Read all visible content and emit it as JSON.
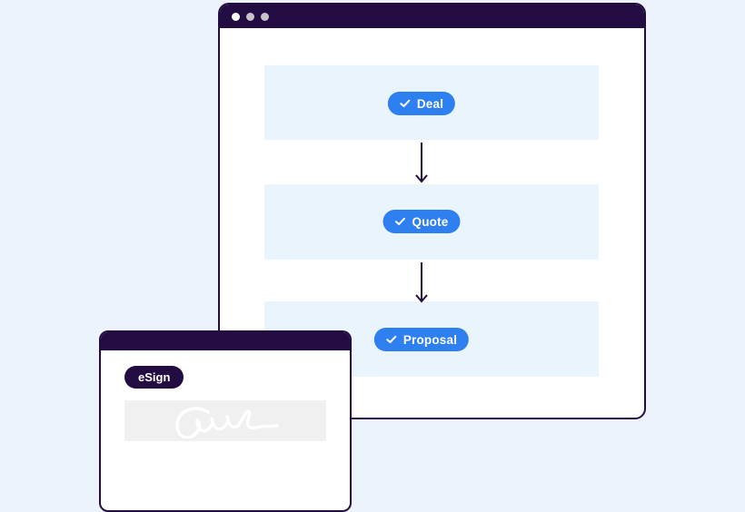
{
  "main_window": {
    "window_controls": {
      "dots": 3
    },
    "steps": [
      {
        "label": "Deal",
        "icon": "check-icon"
      },
      {
        "label": "Quote",
        "icon": "check-icon"
      },
      {
        "label": "Proposal",
        "icon": "check-icon"
      }
    ],
    "connector_icon": "arrow-down-icon"
  },
  "esign_window": {
    "badge_label": "eSign",
    "signature_icon": "signature-scribble"
  },
  "colors": {
    "page_background": "#edf3fc",
    "window_titlebar": "#220c41",
    "window_border": "#220c41",
    "window_body": "#ffffff",
    "row_highlight": "#e9f4fd",
    "step_pill": "#2e7ff0",
    "step_pill_text": "#ffffff",
    "arrow": "#220c41",
    "window_control_dot_active": "#ffffff",
    "window_control_dot": "#c6c3cd",
    "esign_badge": "#220c41",
    "esign_badge_text": "#ffffff",
    "signature_box": "#f0f0f0",
    "signature_stroke": "#ffffff"
  }
}
